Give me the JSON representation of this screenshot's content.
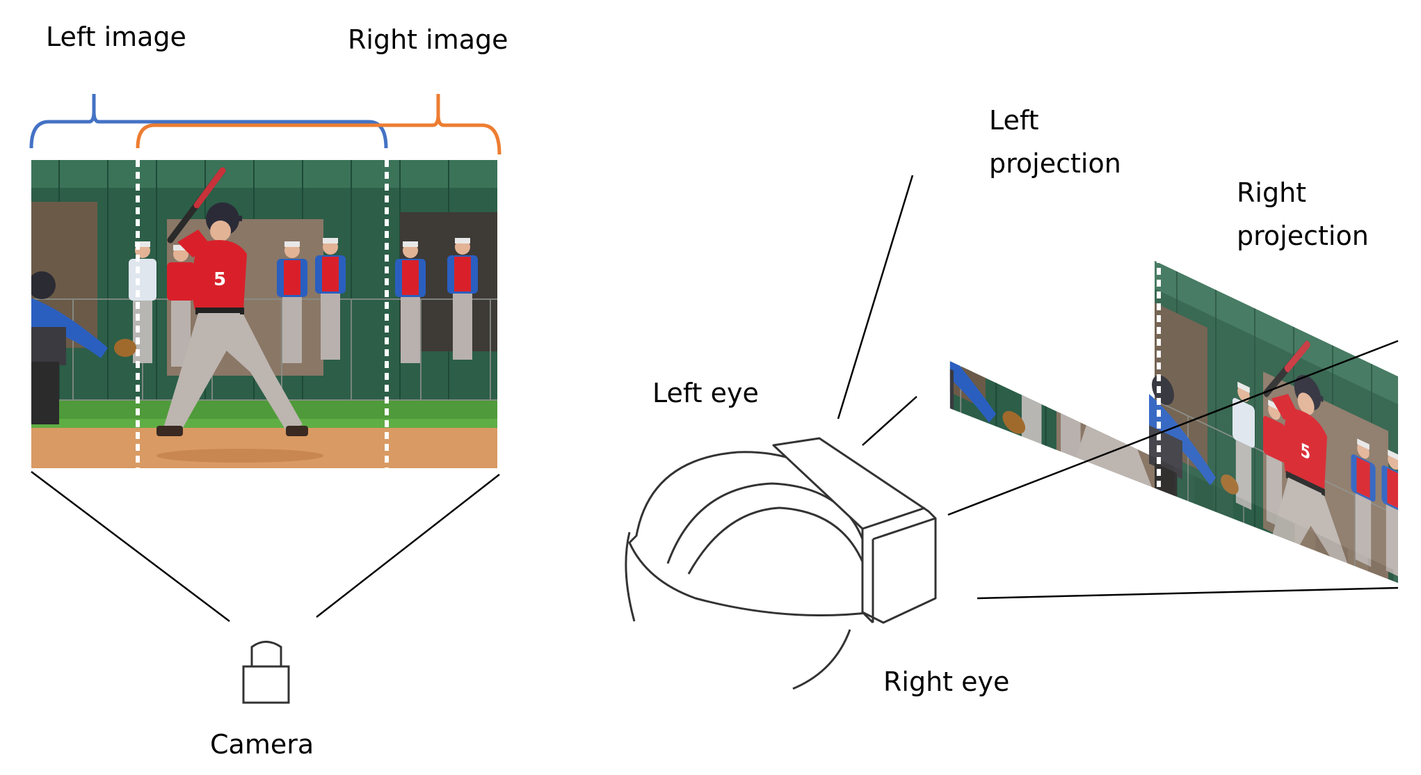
{
  "labels": {
    "left_image": "Left image",
    "right_image": "Right image",
    "camera": "Camera",
    "left_projection_line1": "Left",
    "left_projection_line2": "projection",
    "right_projection_line1": "Right",
    "right_projection_line2": "projection",
    "left_eye": "Left eye",
    "right_eye": "Right eye"
  },
  "colors": {
    "left_bracket": "#4472C4",
    "right_bracket": "#ED7D31",
    "lines": "#000000",
    "grass": "#4f9a3a",
    "dirt": "#d99a63",
    "dugout_wall": "#2c5e48",
    "jersey_red": "#d9202a",
    "jersey_blue": "#2a5fc0",
    "pants": "#b9b1ad"
  },
  "icons": [
    "camera-icon",
    "vr-headset-icon"
  ]
}
